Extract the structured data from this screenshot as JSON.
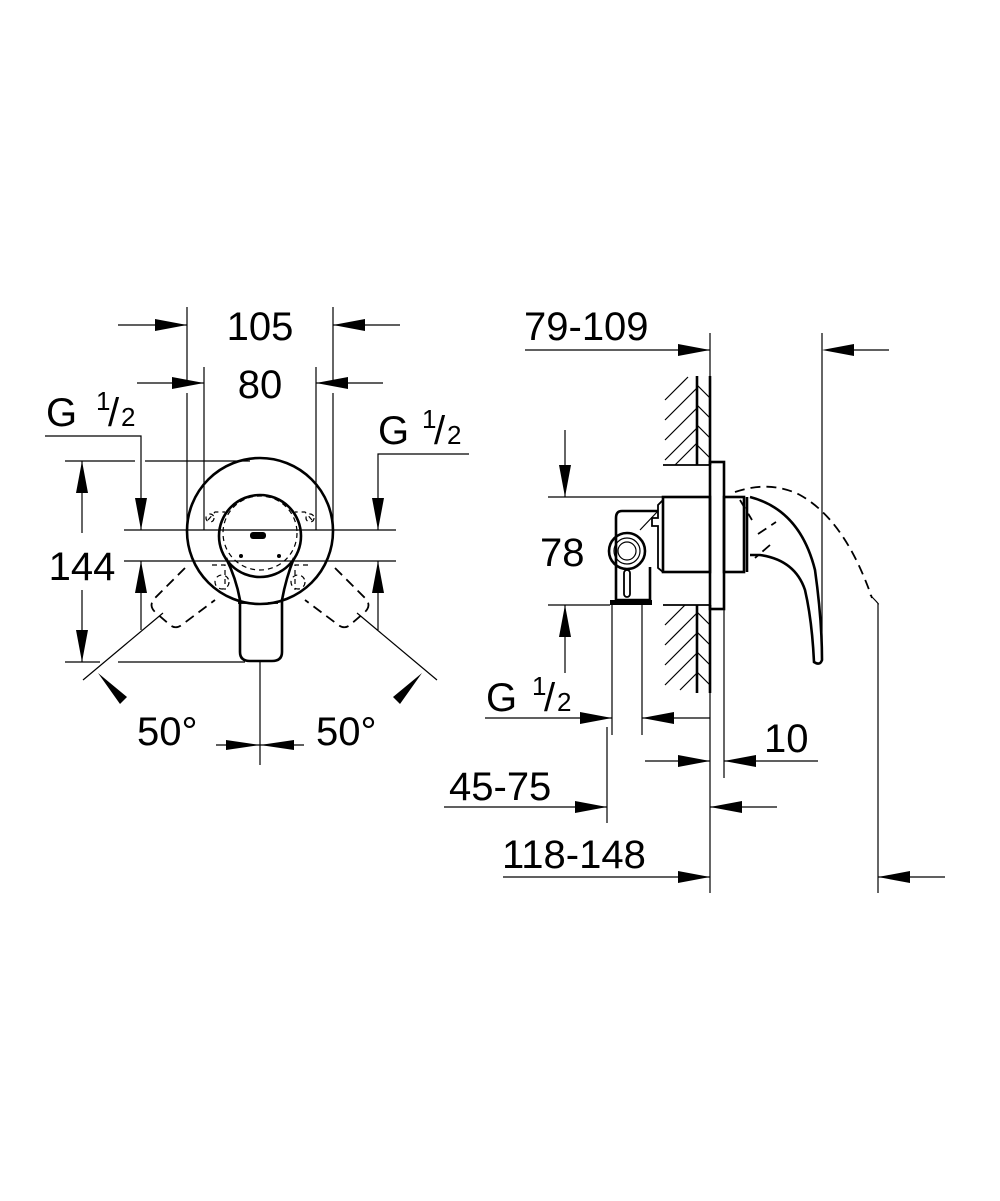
{
  "drawing": {
    "type": "technical dimension drawing",
    "front_view": {
      "dimensions": {
        "overall_width": "105",
        "inner_width": "80",
        "height": "144",
        "angle_left": "50°",
        "angle_right": "50°"
      },
      "connections": {
        "left": {
          "prefix": "G",
          "num": "1",
          "slash": "/",
          "den": "2"
        },
        "right": {
          "prefix": "G",
          "num": "1",
          "slash": "/",
          "den": "2"
        }
      }
    },
    "side_view": {
      "dimensions": {
        "projection": "79-109",
        "body_height": "78",
        "plate_thickness": "10",
        "install_depth": "45-75",
        "total_depth": "118-148"
      },
      "connection": {
        "prefix": "G",
        "num": "1",
        "slash": "/",
        "den": "2"
      }
    }
  }
}
